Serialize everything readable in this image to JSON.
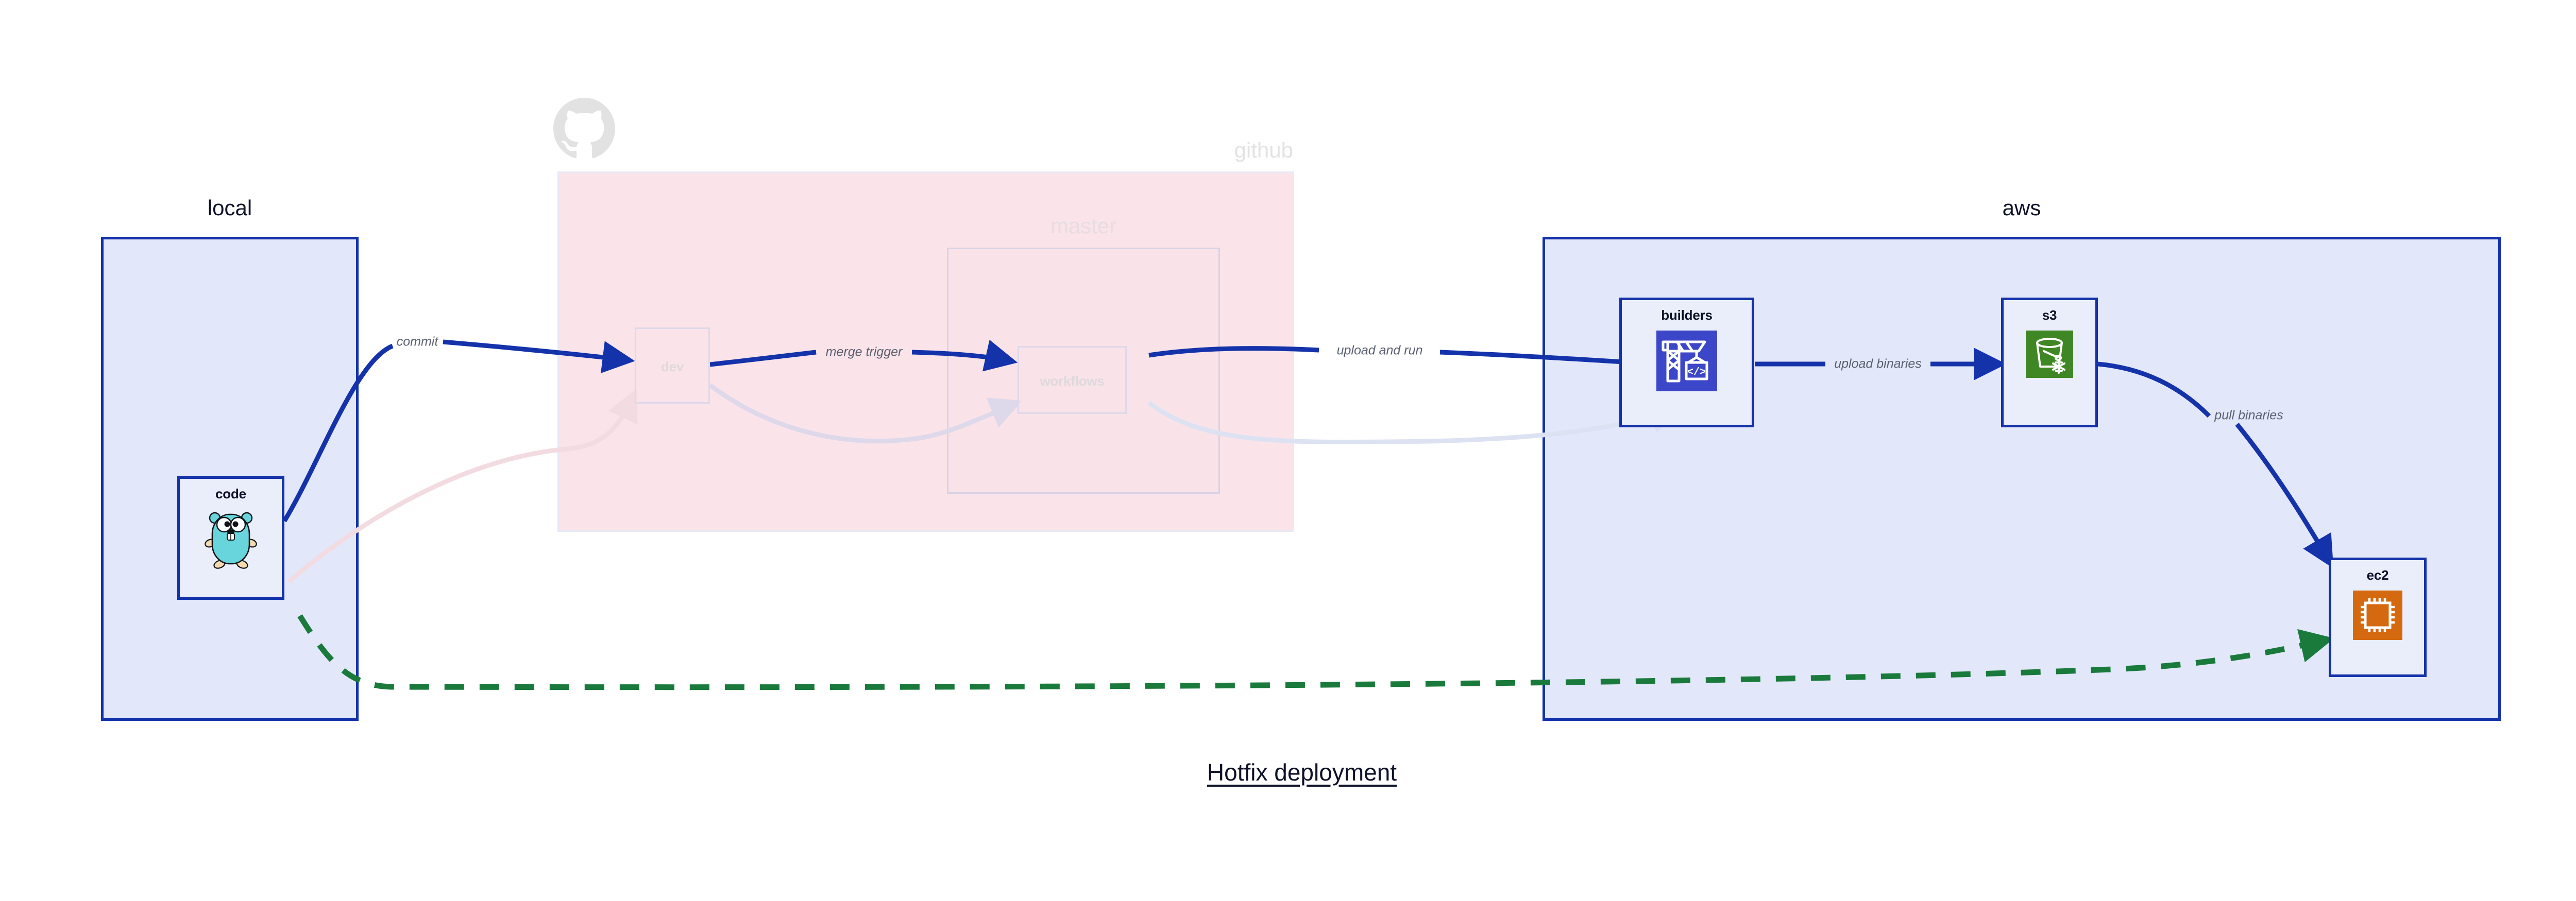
{
  "title": "Hotfix deployment",
  "groups": [
    {
      "id": "local",
      "label": "local"
    },
    {
      "id": "github",
      "label": "github"
    },
    {
      "id": "master",
      "label": "master"
    },
    {
      "id": "aws",
      "label": "aws"
    }
  ],
  "nodes": [
    {
      "id": "code",
      "label": "code",
      "icon": "go-gopher-icon"
    },
    {
      "id": "dev",
      "label": "dev",
      "icon": "none"
    },
    {
      "id": "workflows",
      "label": "workflows",
      "icon": "none"
    },
    {
      "id": "builders",
      "label": "builders",
      "icon": "aws-codebuild-icon"
    },
    {
      "id": "s3",
      "label": "s3",
      "icon": "aws-s3-glacier-icon"
    },
    {
      "id": "ec2",
      "label": "ec2",
      "icon": "aws-ec2-icon"
    }
  ],
  "edges": [
    {
      "id": "commit",
      "label": "commit",
      "from": "code",
      "to": "dev",
      "style": "solid",
      "state": "active"
    },
    {
      "id": "merge-trigger",
      "label": "merge trigger",
      "from": "dev",
      "to": "workflows",
      "style": "solid",
      "state": "active"
    },
    {
      "id": "upload-and-run",
      "label": "upload and run",
      "from": "workflows",
      "to": "builders",
      "style": "solid",
      "state": "active"
    },
    {
      "id": "upload-binaries",
      "label": "upload binaries",
      "from": "builders",
      "to": "s3",
      "style": "solid",
      "state": "active"
    },
    {
      "id": "pull-binaries",
      "label": "pull binaries",
      "from": "s3",
      "to": "ec2",
      "style": "solid",
      "state": "active"
    },
    {
      "id": "hotfix-direct",
      "label": "",
      "from": "code",
      "to": "ec2",
      "style": "dashed",
      "state": "active"
    },
    {
      "id": "faded-code-dev",
      "label": "",
      "from": "code",
      "to": "dev",
      "style": "solid",
      "state": "faded"
    },
    {
      "id": "faded-dev-workflows",
      "label": "",
      "from": "dev",
      "to": "workflows",
      "style": "solid",
      "state": "faded"
    },
    {
      "id": "faded-wf-builders",
      "label": "",
      "from": "workflows",
      "to": "builders",
      "style": "solid",
      "state": "faded"
    }
  ],
  "icons": {
    "github_logo": "github-octocat-icon"
  },
  "colors": {
    "group_border_blue": "#1432aa",
    "group_fill_blue": "#e3e7fa",
    "group_fill_pink": "#fae3e9",
    "node_fill": "#eaeefb",
    "edge_active": "#1432aa",
    "edge_dashed_green": "#1a7a3c",
    "edge_faded_pink": "#f6dfe5",
    "edge_faded_blue": "#dde2f3",
    "label_text": "#5a6170",
    "title_text": "#0d1229",
    "icon_codebuild_bg": "#3c46c8",
    "icon_s3_bg": "#3f8624",
    "icon_ec2_bg": "#d4690f",
    "gopher_body": "#68d4dc",
    "octocat": "#e2e2e2"
  }
}
